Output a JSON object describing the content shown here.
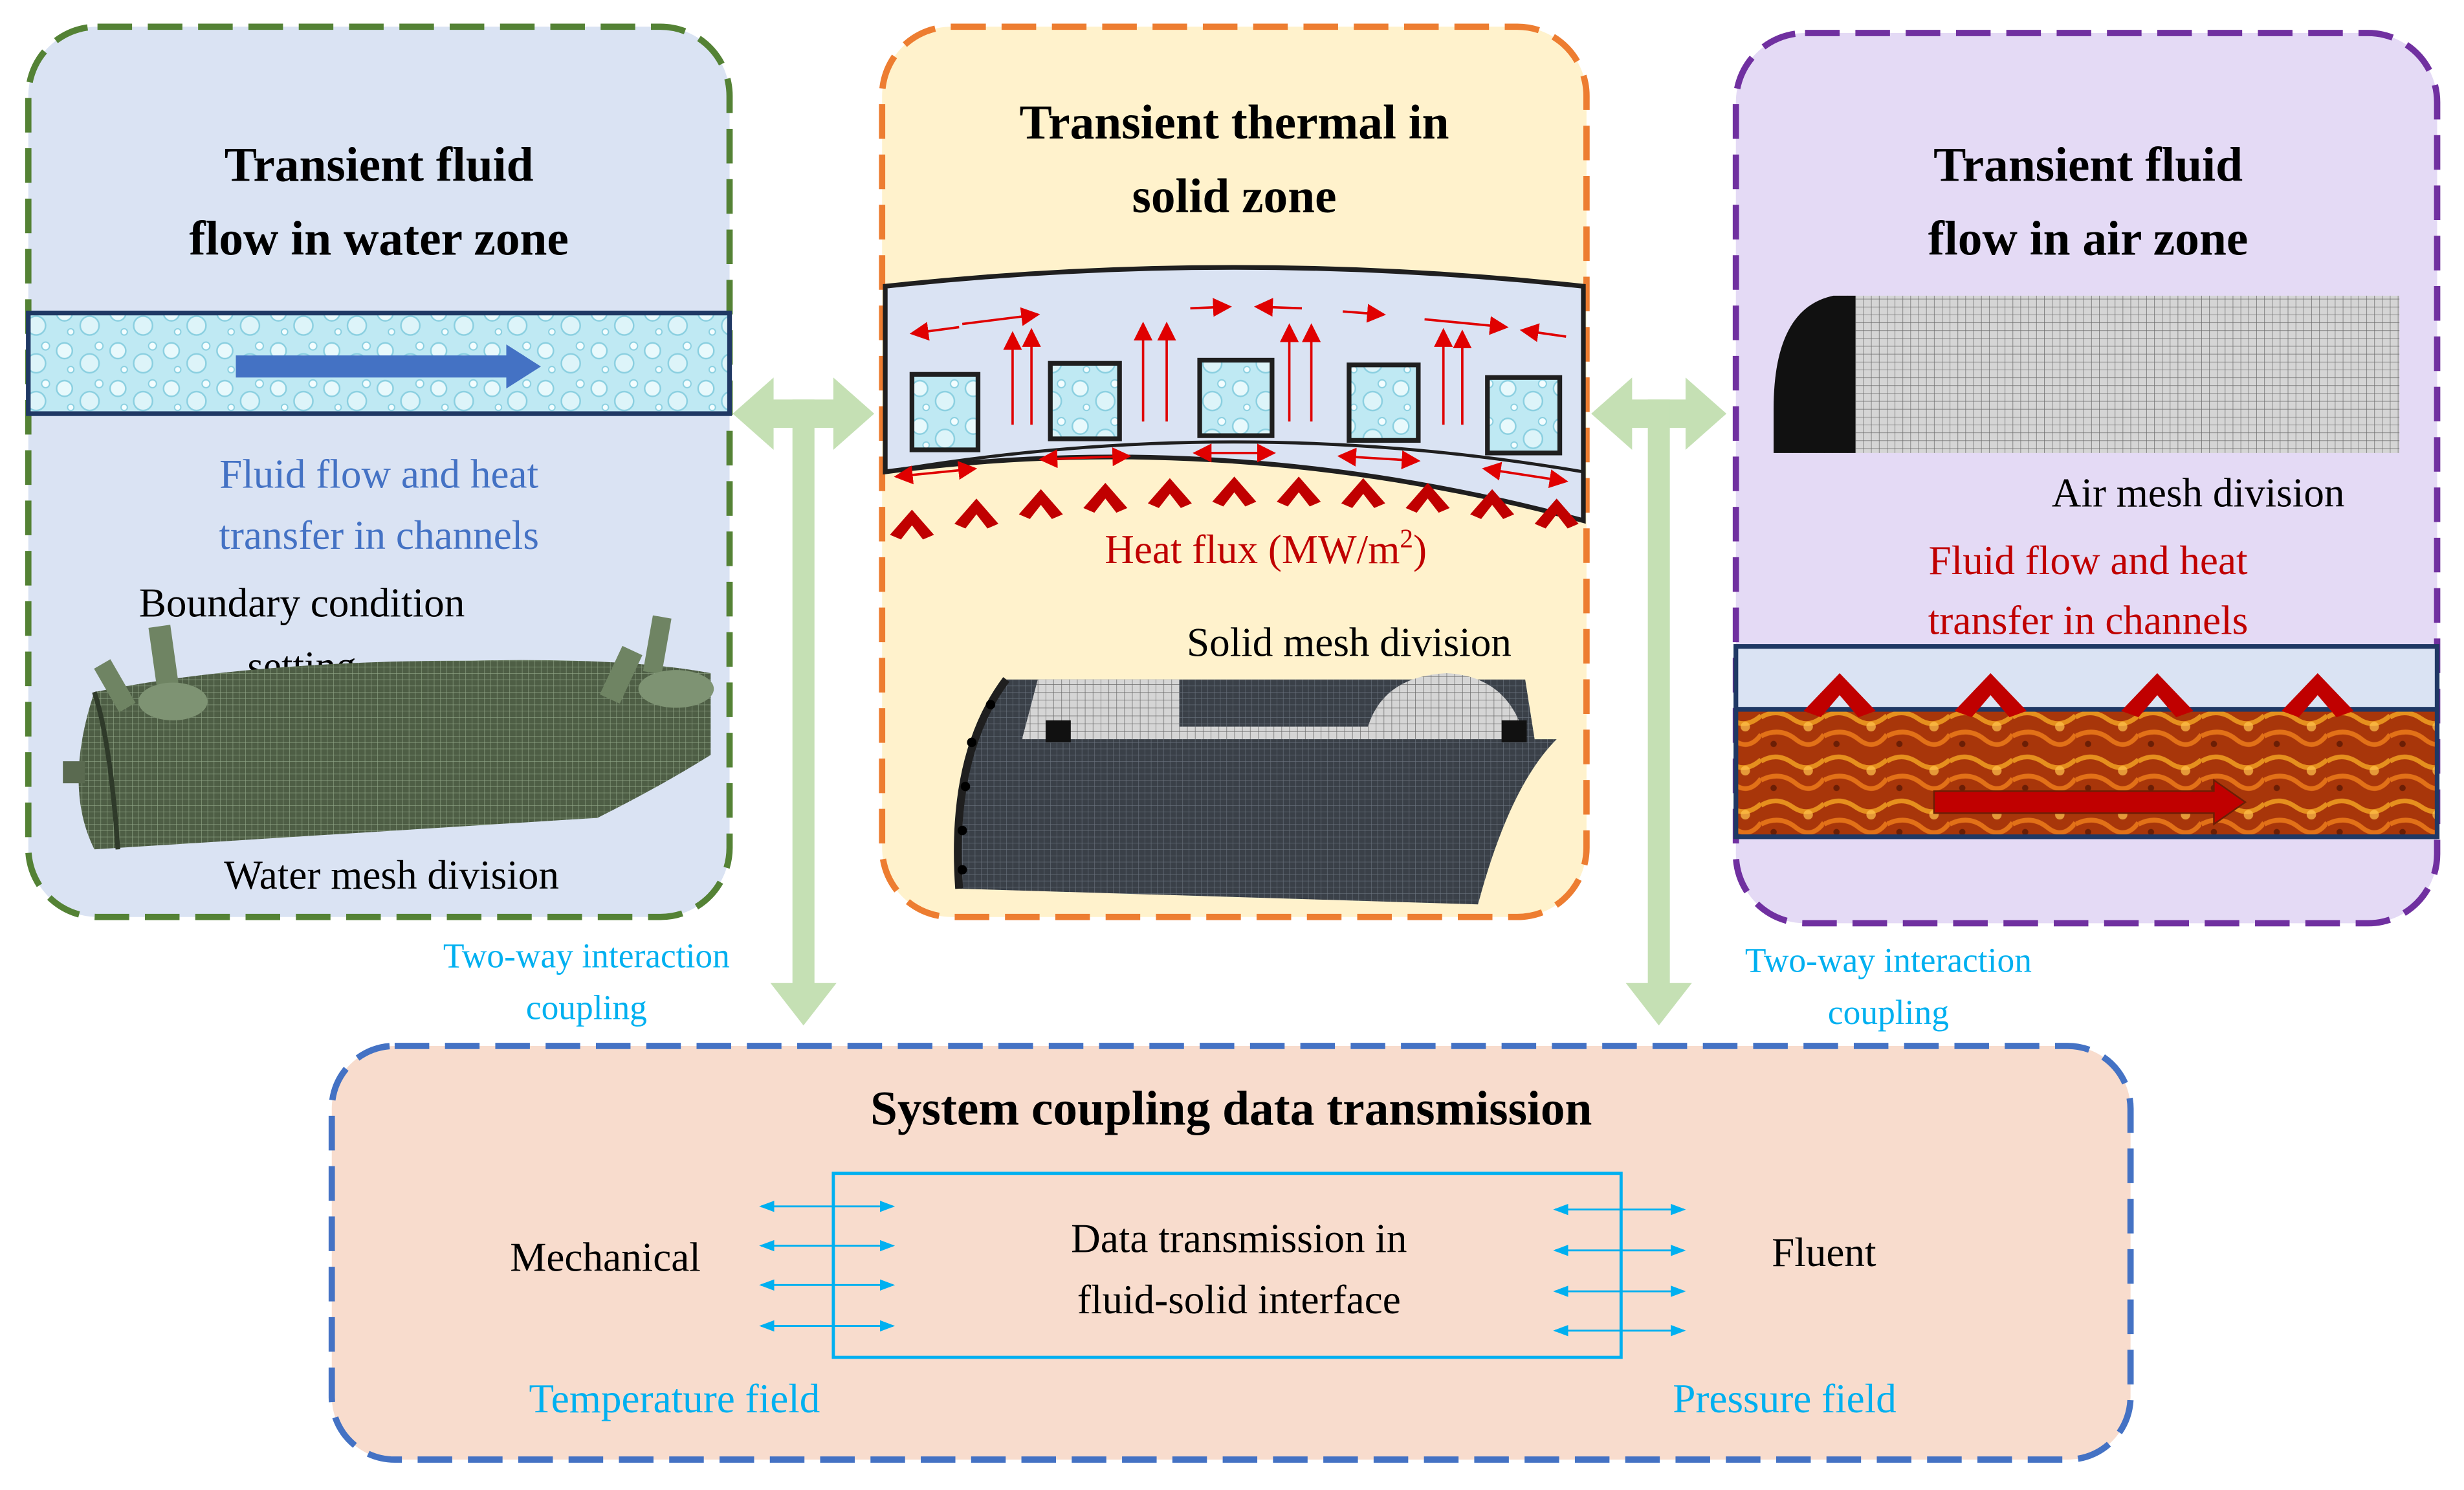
{
  "panels": {
    "water": {
      "title_line1": "Transient fluid",
      "title_line2": "flow in water zone",
      "desc_line1": "Fluid flow and heat",
      "desc_line2": "transfer in channels",
      "boundary_line1": "Boundary condition",
      "boundary_line2": "setting",
      "mesh_label": "Water mesh division",
      "border_color": "#548235",
      "fill_color": "#DAE3F3"
    },
    "solid": {
      "title_line1": "Transient thermal in",
      "title_line2": "solid zone",
      "heat_flux_prefix": "Heat flux (MW/m",
      "heat_flux_sup": "2",
      "heat_flux_suffix": ")",
      "mesh_label": "Solid mesh division",
      "border_color": "#ED7D31",
      "fill_color": "#FFF2CC"
    },
    "air": {
      "title_line1": "Transient fluid",
      "title_line2": "flow in air zone",
      "mesh_label": "Air mesh division",
      "desc_line1": "Fluid flow and heat",
      "desc_line2": "transfer in channels",
      "border_color": "#7030A0",
      "fill_color": "#E4DAF5"
    },
    "system": {
      "title": "System coupling data transmission",
      "left_label": "Mechanical",
      "right_label": "Fluent",
      "center_line1": "Data transmission in",
      "center_line2": "fluid-solid interface",
      "left_field": "Temperature field",
      "right_field": "Pressure field",
      "border_color": "#4472C4",
      "fill_color": "#F8DCCD"
    }
  },
  "couplings": {
    "left_line1": "Two-way interaction",
    "left_line2": "coupling",
    "right_line1": "Two-way interaction",
    "right_line2": "coupling",
    "arrow_color": "#C5E0B4"
  },
  "colors": {
    "red_arrow": "#C00000",
    "blue_arrow": "#4472C4",
    "cyan_arrow": "#00B0F0",
    "water_tex": "#BFE9F3",
    "lava": "#B83E0A"
  },
  "icons": [
    "bidirectional-arrow-icon",
    "flow-arrow-icon",
    "heat-flux-chevron-icon",
    "mesh-icon"
  ]
}
